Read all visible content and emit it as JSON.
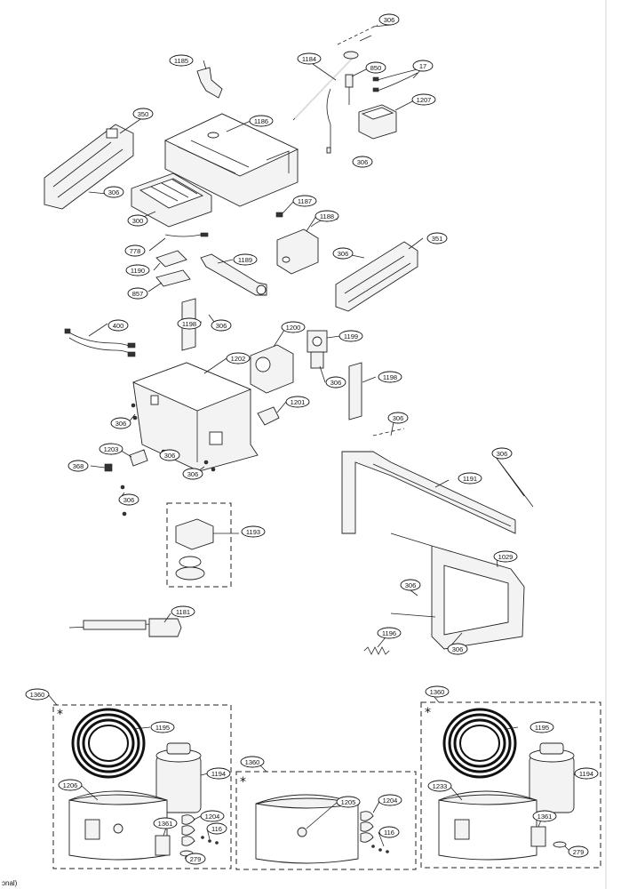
{
  "callouts": {
    "c306a": "306",
    "c1185": "1185",
    "c1184": "1184",
    "c850": "850",
    "c17": "17",
    "c1207": "1207",
    "c306b": "306",
    "c350": "350",
    "c1186": "1186",
    "c306c": "306",
    "c300": "300",
    "c1187": "1187",
    "c1188": "1188",
    "c778": "778",
    "c1189": "1189",
    "c1190": "1190",
    "c857": "857",
    "c351": "351",
    "c306d": "306",
    "c1198a": "1198",
    "c306e": "306",
    "c400": "400",
    "c1200": "1200",
    "c1199": "1199",
    "c1202": "1202",
    "c306f": "306",
    "c1198b": "1198",
    "c1201": "1201",
    "c306g": "306",
    "c306h": "306",
    "c1203": "1203",
    "c306i": "306",
    "c368": "368",
    "c306j": "306",
    "c306k": "306",
    "c1191": "1191",
    "c306l": "306",
    "c1193": "1193",
    "c1029": "1029",
    "c306m": "306",
    "c1181": "1181",
    "c1196": "1196",
    "c306n": "306",
    "k1360a": "1360",
    "k1195a": "1195",
    "k1194a": "1194",
    "k1206": "1206",
    "k1361a": "1361",
    "k1204a": "1204",
    "k116a": "116",
    "k279a": "279",
    "k1360b": "1360",
    "k1205": "1205",
    "k1204b": "1204",
    "k116b": "116",
    "k1360c": "1360",
    "k1195b": "1195",
    "k1194b": "1194",
    "k1233": "1233",
    "k1361b": "1361",
    "k279b": "279"
  },
  "kit_marker": "*",
  "footer_fragment": "ɔnal)"
}
